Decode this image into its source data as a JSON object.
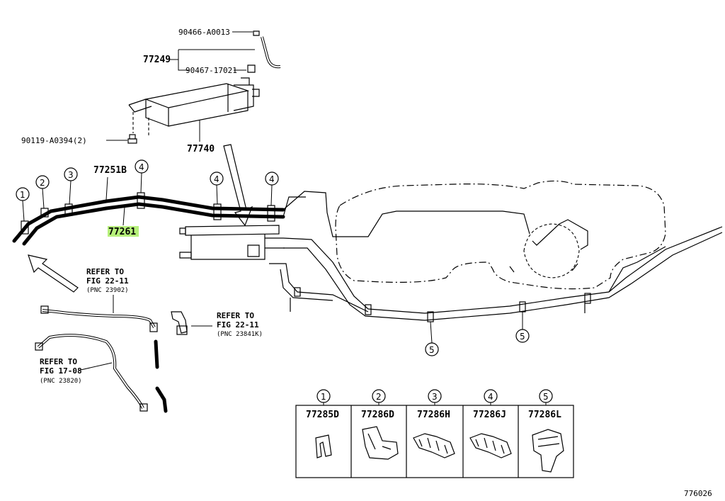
{
  "parts": {
    "p90466": "90466-A0013",
    "p77249": "77249",
    "p90467": "90467-17021",
    "p77740": "77740",
    "p90119": "90119-A0394(2)",
    "p77251b": "77251B",
    "p77261": "77261"
  },
  "callouts": {
    "c1": "1",
    "c2": "2",
    "c3": "3",
    "c4": "4",
    "c5": "5"
  },
  "refs": {
    "r1_line1": "REFER TO",
    "r1_line2": "FIG 22-11",
    "r1_line3": "(PNC 23902)",
    "r2_line1": "REFER TO",
    "r2_line2": "FIG 22-11",
    "r2_line3": "(PNC 23841K)",
    "r3_line1": "REFER TO",
    "r3_line2": "FIG 17-08",
    "r3_line3": "(PNC 23820)"
  },
  "legend": {
    "items": [
      {
        "num": "1",
        "part": "77285D"
      },
      {
        "num": "2",
        "part": "77286D"
      },
      {
        "num": "3",
        "part": "77286H"
      },
      {
        "num": "4",
        "part": "77286J"
      },
      {
        "num": "5",
        "part": "77286L"
      }
    ]
  },
  "diagram_id": "776026",
  "colors": {
    "highlight": "#b6f07a"
  }
}
